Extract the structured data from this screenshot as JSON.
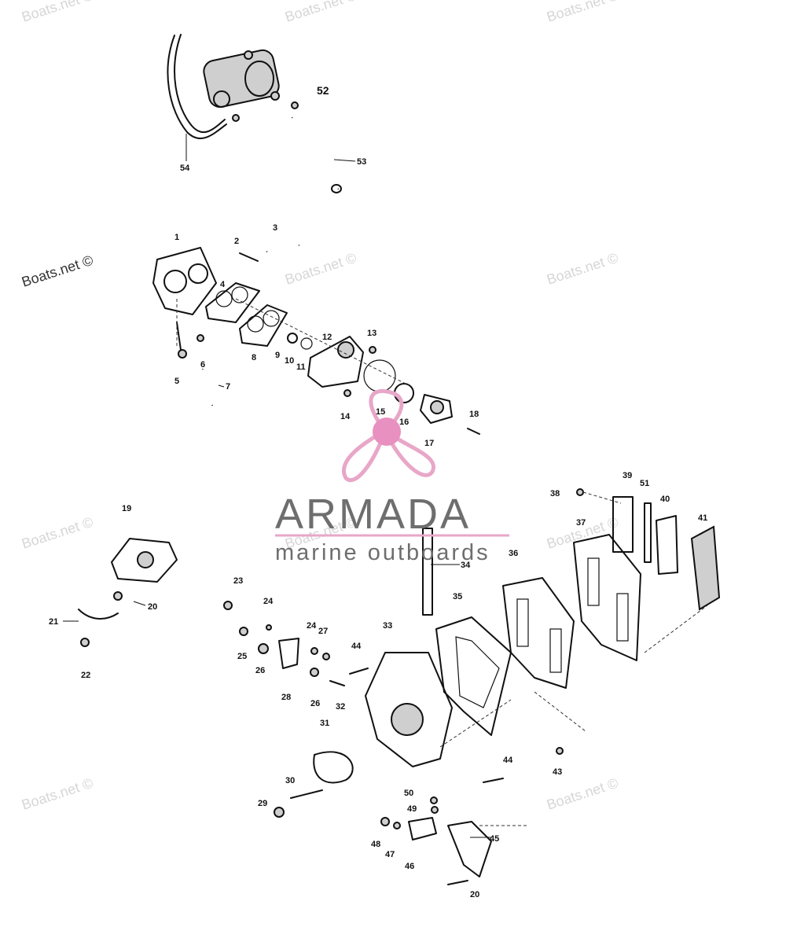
{
  "watermarks": [
    "Boats.net ©",
    "Boats.net ©",
    "Boats.net ©",
    "Boats.net ©",
    "Boats.net ©",
    "Boats.net ©",
    "Boats.net ©",
    "Boats.net ©",
    "Boats.net ©",
    "Boats.net ©",
    "Boats.net ©"
  ],
  "logo": {
    "brand": "ARMADA",
    "tagline": "marine outboards",
    "propeller_color": "#e8a7c8",
    "hub_color": "#e890bf"
  },
  "callouts": {
    "c1": "1",
    "c2": "2",
    "c3": "3",
    "c4": "4",
    "c5": "5",
    "c6": "6",
    "c7": "7",
    "c8": "8",
    "c9": "9",
    "c10": "10",
    "c11": "11",
    "c12": "12",
    "c13": "13",
    "c14": "14",
    "c15": "15",
    "c16": "16",
    "c17": "17",
    "c18": "18",
    "c19": "19",
    "c20a": "20",
    "c20b": "20",
    "c21": "21",
    "c22": "22",
    "c23": "23",
    "c24a": "24",
    "c24b": "24",
    "c25": "25",
    "c26a": "26",
    "c26b": "26",
    "c27": "27",
    "c28": "28",
    "c29": "29",
    "c30": "30",
    "c31": "31",
    "c32": "32",
    "c33": "33",
    "c34": "34",
    "c35": "35",
    "c36": "36",
    "c37": "37",
    "c38": "38",
    "c39": "39",
    "c40": "40",
    "c41": "41",
    "c43": "43",
    "c44a": "44",
    "c44b": "44",
    "c45": "45",
    "c46": "46",
    "c47": "47",
    "c48": "48",
    "c49": "49",
    "c50": "50",
    "c51": "51",
    "c52": "52",
    "c53": "53",
    "c54": "54"
  }
}
